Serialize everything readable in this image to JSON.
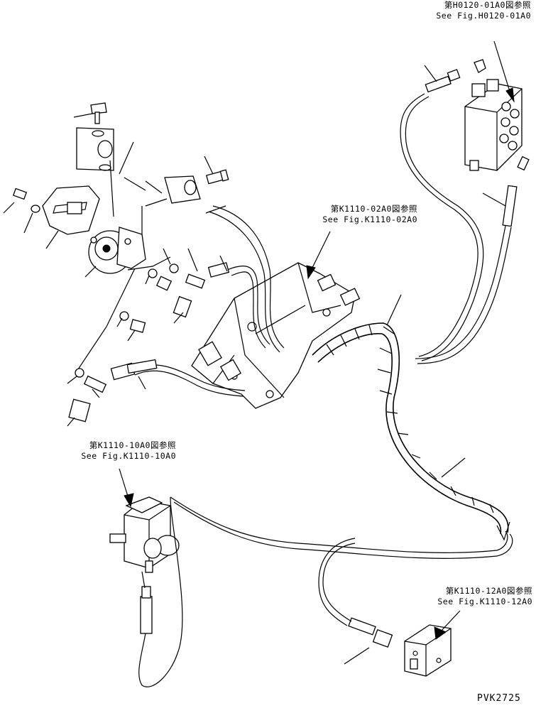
{
  "references": [
    {
      "id": "h0120",
      "jp": "第H0120-01A0図参照",
      "en": "See Fig.H0120-01A0"
    },
    {
      "id": "k1110_02",
      "jp": "第K1110-02A0図参照",
      "en": "See Fig.K1110-02A0"
    },
    {
      "id": "k1110_10",
      "jp": "第K1110-10A0図参照",
      "en": "See Fig.K1110-10A0"
    },
    {
      "id": "k1110_12",
      "jp": "第K1110-12A0図参照",
      "en": "See Fig.K1110-12A0"
    }
  ],
  "drawing_code": "PVK2725"
}
